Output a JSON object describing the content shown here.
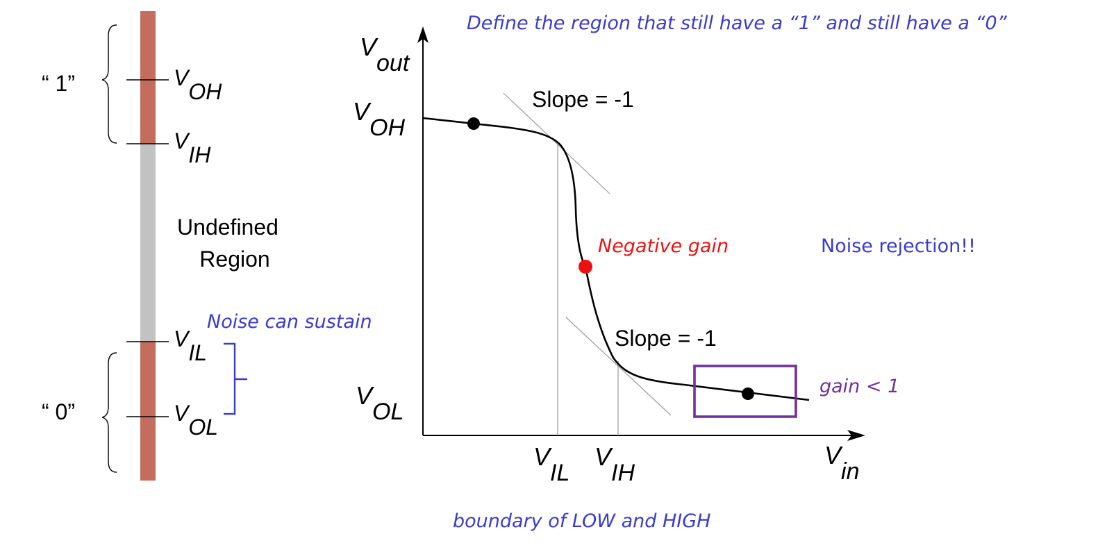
{
  "colors": {
    "logic_band": "#c46c5d",
    "undefined_band": "#c2c2c2",
    "annotation_blue": "#3a3acf",
    "negative_gain_red": "#ee1111",
    "gain_purple": "#7030a0",
    "curve": "#000000",
    "guide_gray": "#9a9a9a"
  },
  "top_note": "Define the region that still have a “1” and still have a “0”",
  "bottom_note": "boundary of LOW and HIGH",
  "left_scale": {
    "one_label": "“ 1”",
    "zero_label": "“ 0”",
    "undefined_line1": "Undefined",
    "undefined_line2": "Region",
    "noise_sustain": "Noise can sustain",
    "v": "V",
    "oh": "OH",
    "ih": "IH",
    "il": "IL",
    "ol": "OL"
  },
  "graph": {
    "v": "V",
    "out": "out",
    "in": "in",
    "oh": "OH",
    "ol": "OL",
    "il": "IL",
    "ih": "IH",
    "slope_top": "Slope = -1",
    "slope_bottom": "Slope = -1",
    "negative_gain": "Negative gain",
    "noise_rejection": "Noise rejection!!",
    "gain_lt_1": "gain < 1"
  },
  "icons": {
    "x_axis_arrow": "arrow-right-icon",
    "y_axis_arrow": "arrow-up-icon",
    "left_braces": "curly-brace-icon",
    "noise_bracket": "square-bracket-icon"
  }
}
